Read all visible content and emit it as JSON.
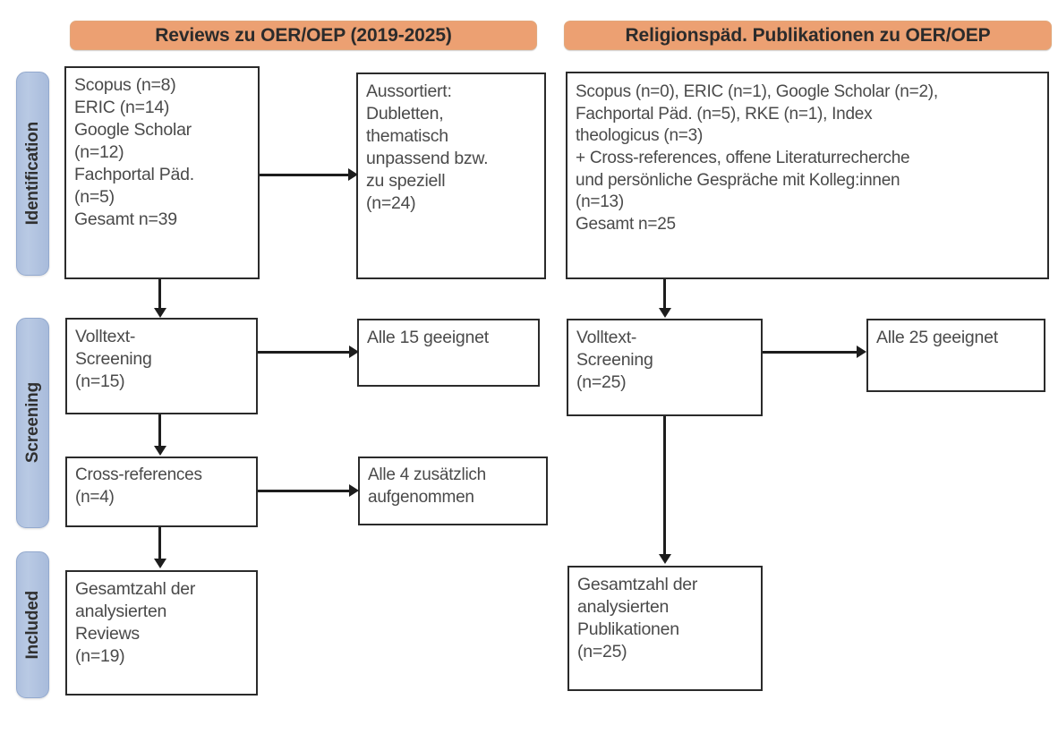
{
  "figure": {
    "type": "prisma-flow-diagram",
    "language": "de"
  },
  "columns": [
    {
      "id": "reviews",
      "header": "Reviews zu OER/OEP (2019-2025)"
    },
    {
      "id": "religionspaed",
      "header": "Religionspäd. Publikationen zu OER/OEP"
    }
  ],
  "stages": [
    {
      "id": "identification",
      "label": "Identification"
    },
    {
      "id": "screening",
      "label": "Screening"
    },
    {
      "id": "included",
      "label": "Included"
    }
  ],
  "left_column": {
    "sources_box": "Scopus (n=8)\nERIC (n=14)\nGoogle Scholar\n(n=12)\nFachportal Päd.\n(n=5)\nGesamt n=39",
    "excluded_box": "Aussortiert:\nDubletten,\nthematisch\nunpassend bzw.\nzu speziell\n(n=24)",
    "fulltext_box": "Volltext-\nScreening\n(n=15)",
    "fulltext_result_box": "Alle 15 geeignet",
    "crossref_box": "Cross-references\n(n=4)",
    "crossref_result_box": "Alle 4 zusätzlich\naufgenommen",
    "included_box": "Gesamtzahl der\nanalysierten\nReviews\n(n=19)"
  },
  "right_column": {
    "sources_box": "Scopus (n=0), ERIC (n=1), Google Scholar (n=2),\nFachportal Päd. (n=5), RKE (n=1), Index\ntheologicus (n=3)\n+ Cross-references, offene Literaturrecherche\nund persönliche Gespräche mit Kolleg:innen\n(n=13)\nGesamt n=25",
    "fulltext_box": "Volltext-\nScreening\n(n=25)",
    "fulltext_result_box": "Alle 25 geeignet",
    "included_box": "Gesamtzahl der\nanalysierten\nPublikationen\n(n=25)"
  },
  "counts": {
    "left_scopus": 8,
    "left_eric": 14,
    "left_google_scholar": 12,
    "left_fachportal": 5,
    "left_total": 39,
    "left_excluded": 24,
    "left_fulltext": 15,
    "left_fulltext_suitable": 15,
    "left_crossrefs": 4,
    "left_crossrefs_added": 4,
    "left_included": 19,
    "right_scopus": 0,
    "right_eric": 1,
    "right_google_scholar": 2,
    "right_fachportal": 5,
    "right_rke": 1,
    "right_index_theologicus": 3,
    "right_additional": 13,
    "right_total": 25,
    "right_fulltext": 25,
    "right_fulltext_suitable": 25,
    "right_included": 25
  },
  "colors": {
    "header_orange": "#eca072",
    "stage_blue": "#b0c3e0",
    "box_border": "#2b2b2b",
    "text": "#4a4a4a",
    "connector": "#1d1d1d"
  }
}
